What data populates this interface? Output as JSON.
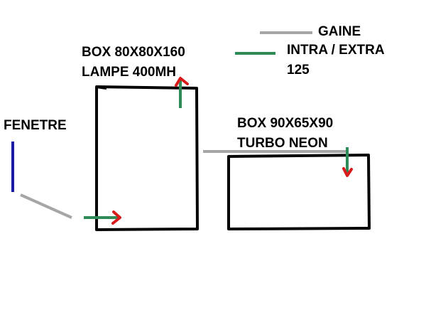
{
  "legend": {
    "gaine": {
      "label": "GAINE",
      "color": "#a6a6a6"
    },
    "intra_extra": {
      "label_line1": "INTRA / EXTRA",
      "label_line2": "125",
      "color": "#2e8b57"
    }
  },
  "box_large": {
    "line1": "BOX 80X80X160",
    "line2": "LAMPE 400MH"
  },
  "box_small": {
    "line1": "BOX 90X65X90",
    "line2": "TURBO NEON"
  },
  "fenetre": {
    "label": "FENETRE",
    "color": "#1a1aa6"
  },
  "colors": {
    "outline": "#000000",
    "airflow_arrow": "#d91a1a",
    "duct_gray": "#a6a6a6",
    "intra_green": "#2e8b57"
  }
}
